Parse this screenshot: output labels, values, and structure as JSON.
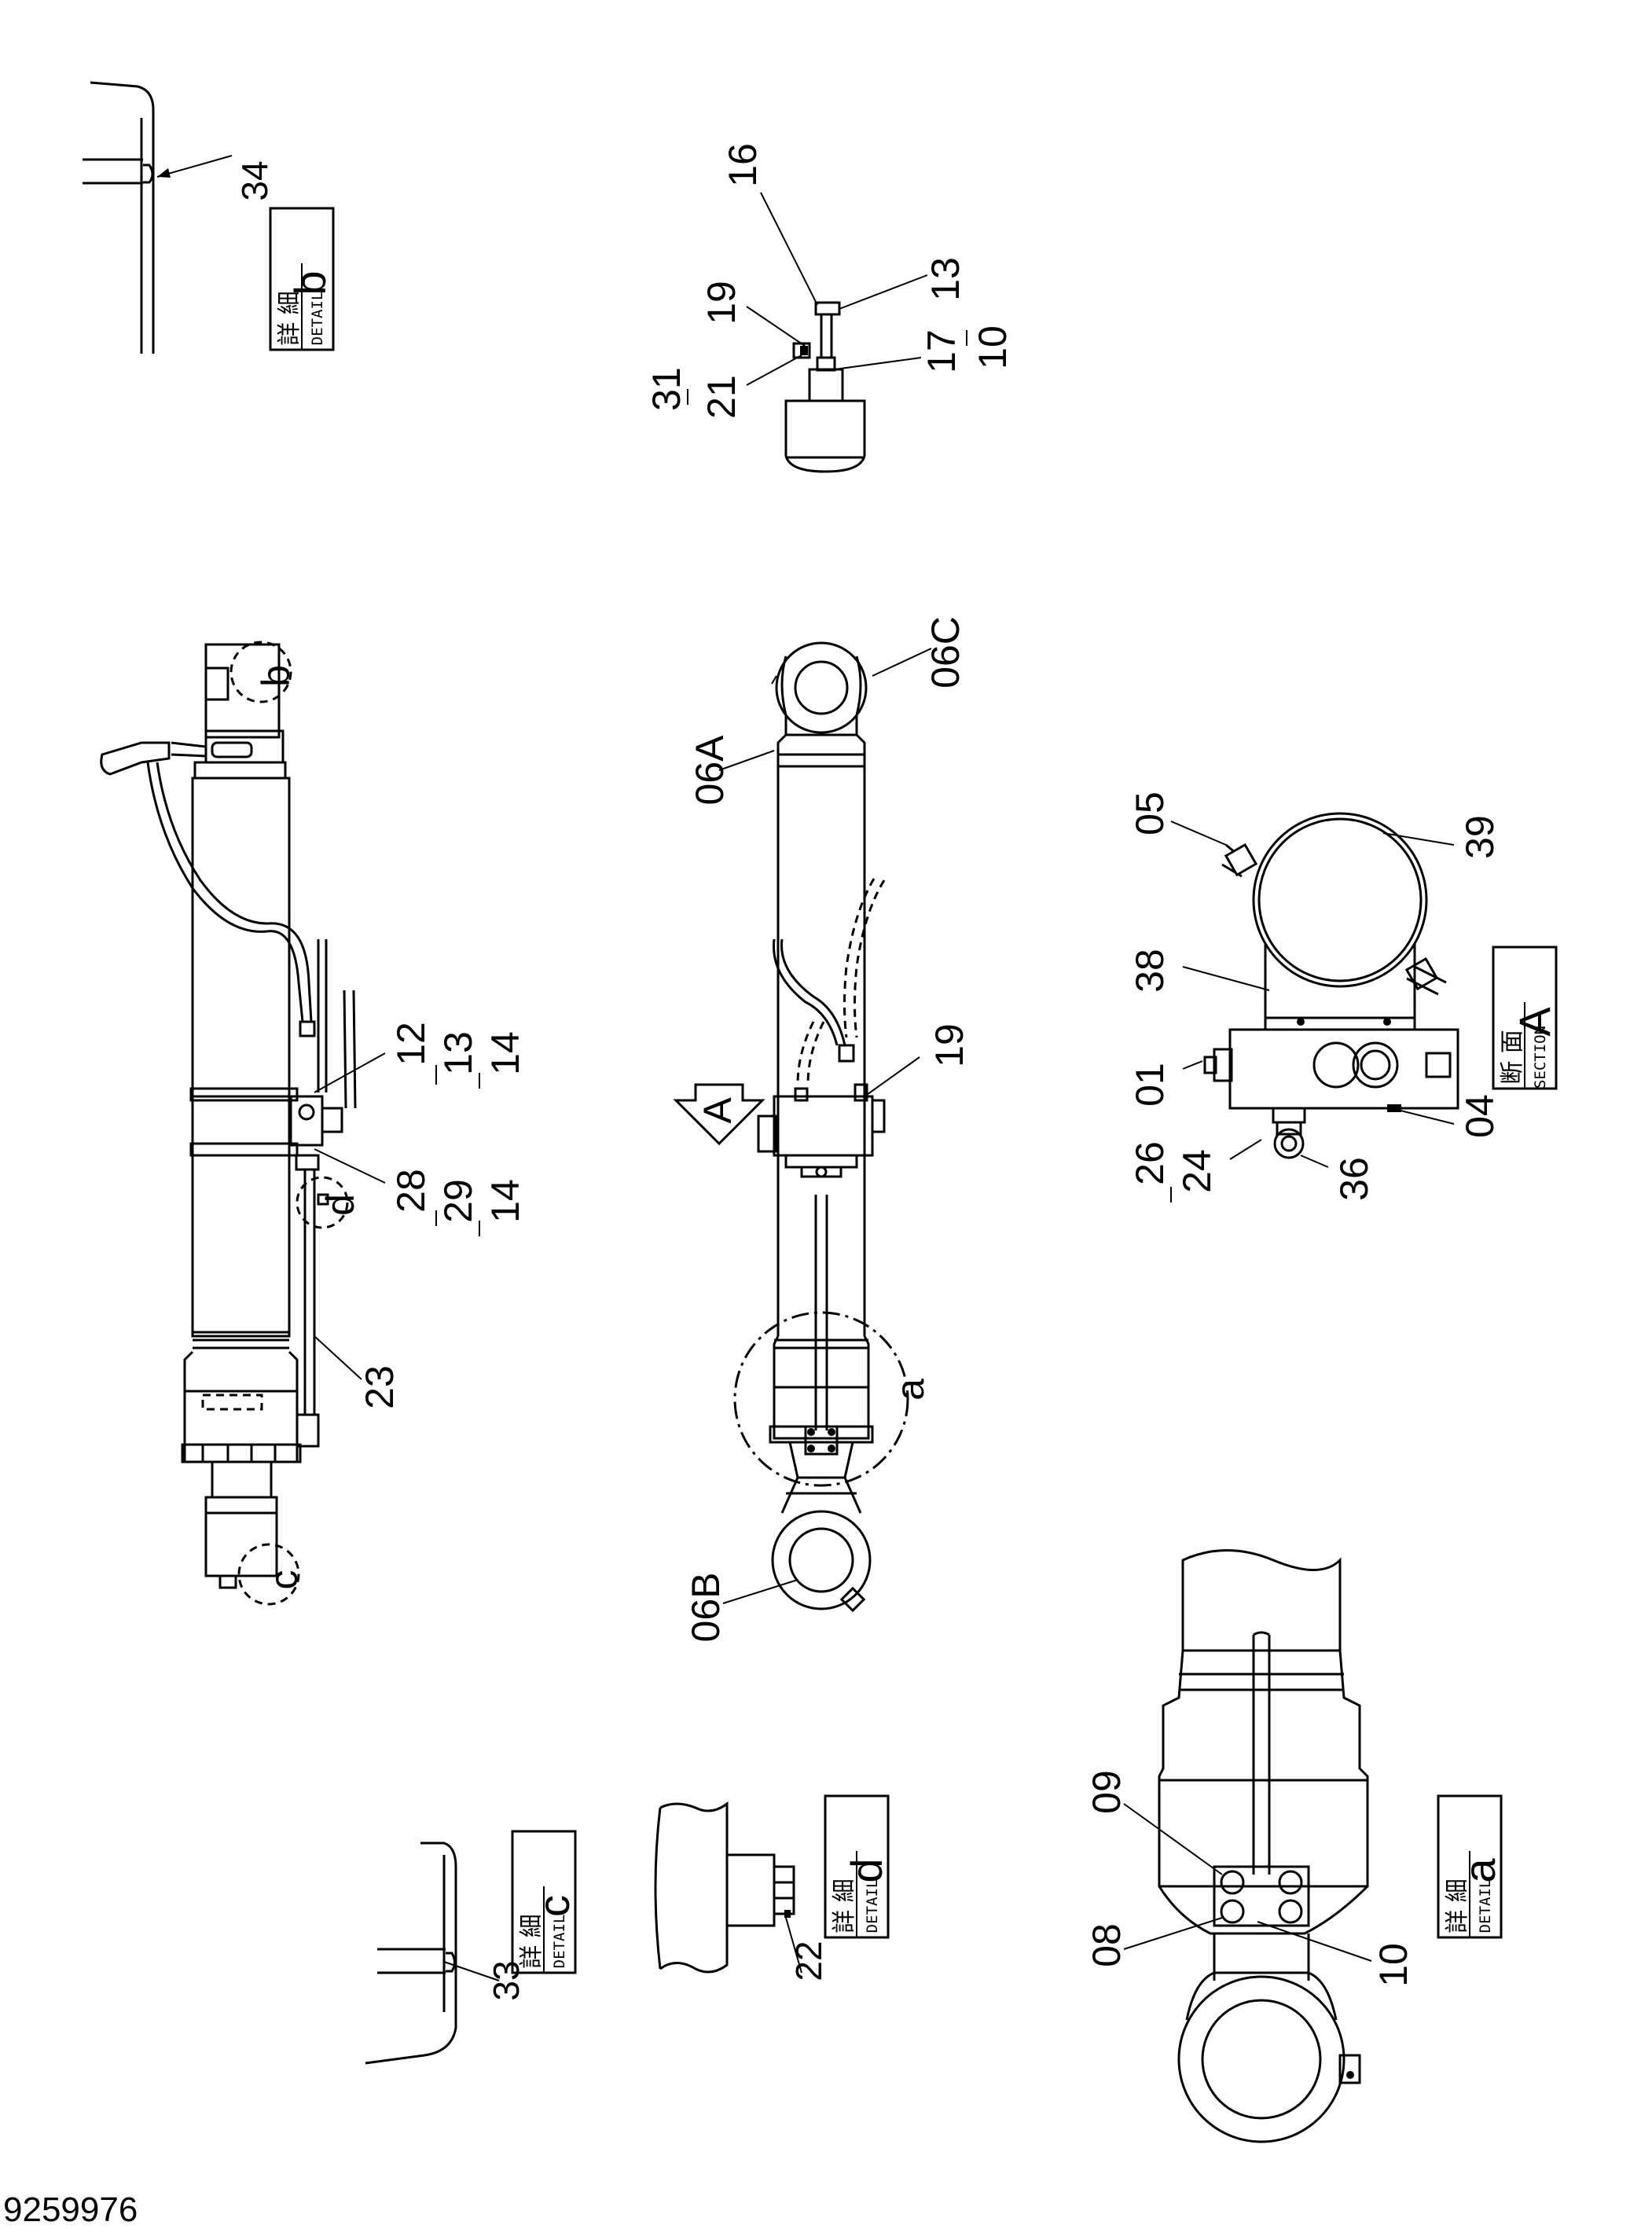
{
  "drawing_number": "9259976",
  "detail_boxes": {
    "b": {
      "letter": "b",
      "jp": "詳 細",
      "en": "DETAIL"
    },
    "c": {
      "letter": "c",
      "jp": "詳 細",
      "en": "DETAIL"
    },
    "d": {
      "letter": "d",
      "jp": "詳 細",
      "en": "DETAIL"
    },
    "a": {
      "letter": "a",
      "jp": "詳 細",
      "en": "DETAIL"
    },
    "A": {
      "letter": "A",
      "jp": "断 面",
      "en": "SECTION"
    }
  },
  "view_arrow_label": "A",
  "circle_labels": {
    "b": "b",
    "c": "c",
    "d": "d",
    "a": "a"
  },
  "callouts": {
    "c34": "34",
    "c33": "33",
    "c22": "22",
    "c16": "16",
    "c13top": "13",
    "c19top": "19",
    "c17": "17",
    "c10top": "10",
    "c31": "31",
    "c21": "21",
    "c06C": "06C",
    "c06A": "06A",
    "c06B": "06B",
    "c19mid": "19",
    "c12": "12",
    "c13left": "13",
    "c14a": "14",
    "c28": "28",
    "c29": "29",
    "c14b": "14",
    "c23": "23",
    "c05": "05",
    "c39": "39",
    "c38": "38",
    "c01": "01",
    "c04": "04",
    "c26": "26",
    "c24": "24",
    "c36": "36",
    "c09": "09",
    "c08": "08",
    "c10bot": "10"
  }
}
